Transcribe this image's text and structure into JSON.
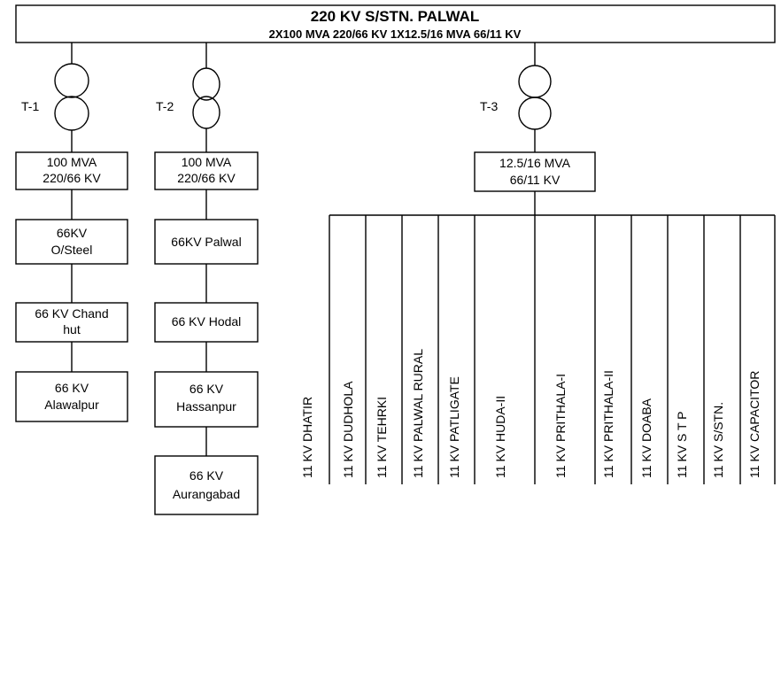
{
  "header": {
    "title": "220 KV S/STN. PALWAL",
    "subtitle": "2X100 MVA  220/66 KV 1X12.5/16 MVA 66/11 KV"
  },
  "transformers": [
    {
      "label": "T-1",
      "rating": [
        "100 MVA",
        "220/66 KV"
      ],
      "feeders": [
        [
          "66KV",
          "O/Steel"
        ],
        [
          "66 KV Chand",
          "hut"
        ],
        [
          "66 KV",
          "Alawalpur"
        ]
      ]
    },
    {
      "label": "T-2",
      "rating": [
        "100 MVA",
        "220/66 KV"
      ],
      "feeders": [
        [
          "66KV Palwal"
        ],
        [
          "66 KV  Hodal"
        ],
        [
          "66 KV",
          "Hassanpur"
        ],
        [
          "66 KV",
          "Aurangabad"
        ]
      ]
    },
    {
      "label": "T-3",
      "rating": [
        "12.5/16 MVA",
        "66/11 KV"
      ],
      "feeders_11kv": [
        "11 KV DHATIR",
        "11 KV DUDHOLA",
        "11 KV TEHRKI",
        "11 KV PALWAL  RURAL",
        "11 KV PATLIGATE",
        "11 KV HUDA-II",
        "11 KV PRITHALA-I",
        "11 KV PRITHALA-II",
        "11 KV DOABA",
        "11 KV S T P",
        "11 KV S/STN.",
        "11 KV CAPACITOR"
      ]
    }
  ]
}
